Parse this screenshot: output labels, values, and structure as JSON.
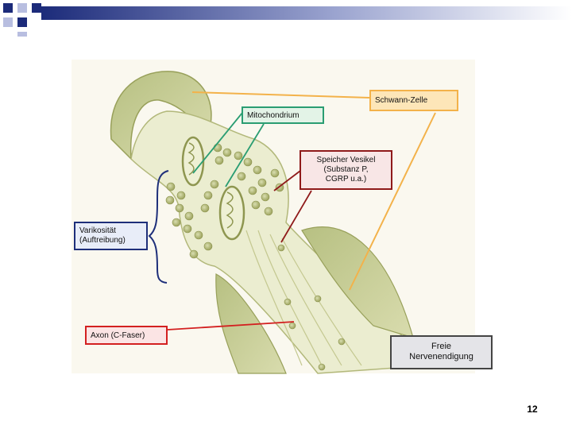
{
  "labels": {
    "schwann": "Schwann-Zelle",
    "mitochondrium": "Mitochondrium",
    "vesikel_line1": "Speicher Vesikel",
    "vesikel_line2": "(Substanz P,",
    "vesikel_line3": "CGRP u.a.)",
    "varik_line1": "Varikosität",
    "varik_line2": "(Auftreibung)",
    "axon": "Axon (C-Faser)",
    "freie_line1": "Freie",
    "freie_line2": "Nervenendigung"
  },
  "page_number": "12",
  "colors": {
    "schwann": "#f3b24a",
    "mitochondrium": "#2a9d72",
    "vesikel": "#8f1a1a",
    "varikositaet": "#1e2f7a",
    "axon": "#d32020",
    "freie": "#444444",
    "paper": "#faf8f0",
    "tissue": "#c8cf95"
  }
}
